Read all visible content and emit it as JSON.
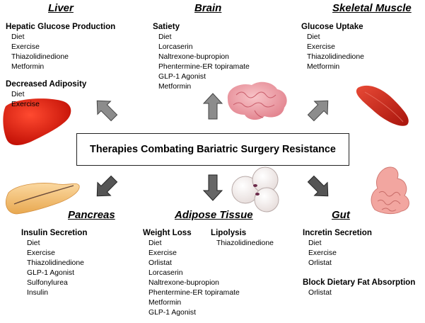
{
  "title": "Therapies Combating Bariatric Surgery Resistance",
  "organs": {
    "liver": {
      "title": "Liver",
      "sections": [
        {
          "heading": "Hepatic Glucose Production",
          "items": [
            "Diet",
            "Exercise",
            "Thiazolidinedione",
            "Metformin"
          ]
        },
        {
          "heading": "Decreased Adiposity",
          "items": [
            "Diet",
            "Exercise"
          ]
        }
      ]
    },
    "brain": {
      "title": "Brain",
      "sections": [
        {
          "heading": "Satiety",
          "items": [
            "Diet",
            "Lorcaserin",
            "Naltrexone-bupropion",
            "Phentermine-ER topiramate",
            "GLP-1 Agonist",
            "Metformin"
          ]
        }
      ]
    },
    "skeletal_muscle": {
      "title": "Skeletal Muscle",
      "sections": [
        {
          "heading": "Glucose Uptake",
          "items": [
            "Diet",
            "Exercise",
            "Thiazolidinedione",
            "Metformin"
          ]
        }
      ]
    },
    "pancreas": {
      "title": "Pancreas",
      "sections": [
        {
          "heading": "Insulin Secretion",
          "items": [
            "Diet",
            "Exercise",
            "Thiazolidinedione",
            "GLP-1 Agonist",
            "Sulfonylurea",
            "Insulin"
          ]
        }
      ]
    },
    "adipose": {
      "title": "Adipose Tissue",
      "sections": [
        {
          "heading": "Weight Loss",
          "items": [
            "Diet",
            "Exercise",
            "Orlistat",
            "Lorcaserin",
            "Naltrexone-bupropion",
            "Phentermine-ER topiramate",
            "Metformin",
            "GLP-1 Agonist"
          ]
        },
        {
          "heading": "Lipolysis",
          "items": [
            "Thiazolidinedione"
          ]
        }
      ]
    },
    "gut": {
      "title": "Gut",
      "sections": [
        {
          "heading": "Incretin Secretion",
          "items": [
            "Diet",
            "Exercise",
            "Orlistat"
          ]
        },
        {
          "heading": "Block Dietary Fat Absorption",
          "items": [
            "Orlistat"
          ]
        }
      ]
    }
  },
  "colors": {
    "arrow_fill": "#8c8c8c",
    "liver": "#e01a0c",
    "brain": "#f0a0a8",
    "muscle": "#c8281e",
    "pancreas": "#f4c070",
    "adipose_cell": "#f6f0ee",
    "gut": "#f2a6a0"
  },
  "icons": [
    "liver-illustration",
    "brain-illustration",
    "muscle-illustration",
    "pancreas-illustration",
    "adipocyte-illustration",
    "intestine-illustration"
  ]
}
